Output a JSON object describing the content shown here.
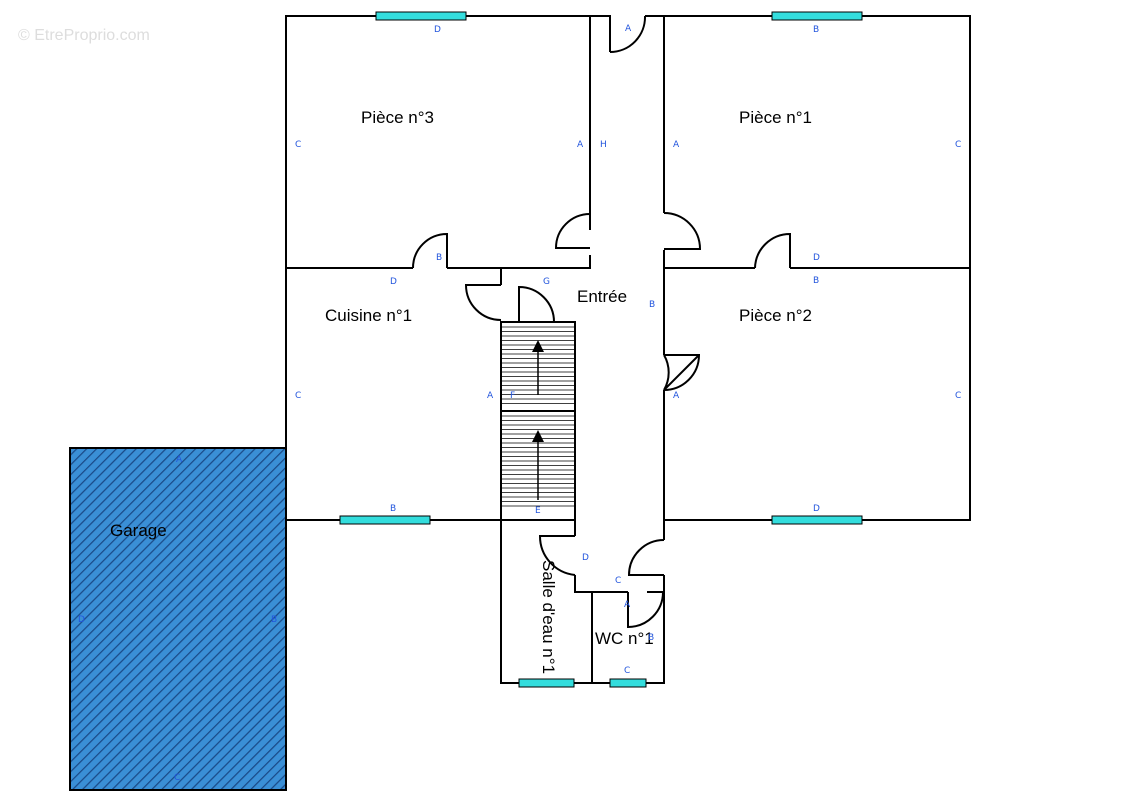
{
  "watermark": "© EtreProprio.com",
  "rooms": {
    "piece3": "Pièce  n°3",
    "piece1": "Pièce  n°1",
    "piece2": "Pièce  n°2",
    "cuisine": "Cuisine n°1",
    "entree": "Entrée",
    "garage": "Garage",
    "salle_eau": "Salle d'eau n°1",
    "wc": "WC n°1"
  },
  "wall_letters": {
    "p3_top": "D",
    "p3_left": "C",
    "p3_right": "A",
    "p3_bottom_d": "D",
    "p3_bottom_b": "B",
    "p1_top": "B",
    "p1_left": "A",
    "p1_right": "C",
    "p1_bottom": "D",
    "corridor_top": "A",
    "corridor_left": "H",
    "corridor_g": "G",
    "corridor_b": "B",
    "corridor_f": "F",
    "corridor_e": "E",
    "corridor_d": "D",
    "corridor_c": "C",
    "p2_top": "B",
    "p2_left": "A",
    "p2_right": "C",
    "p2_bottom": "D",
    "cuisine_left": "C",
    "cuisine_right": "A",
    "cuisine_bottom": "B",
    "wc_top": "A",
    "wc_right": "B",
    "wc_bottom": "C",
    "garage_top": "A",
    "garage_left": "D",
    "garage_right": "B",
    "garage_bottom": "C"
  },
  "colors": {
    "window": "#33dddd",
    "garage_fill": "#3a8fd6",
    "garage_hatch": "#1a4a88",
    "wall_letter": "#2255dd"
  }
}
